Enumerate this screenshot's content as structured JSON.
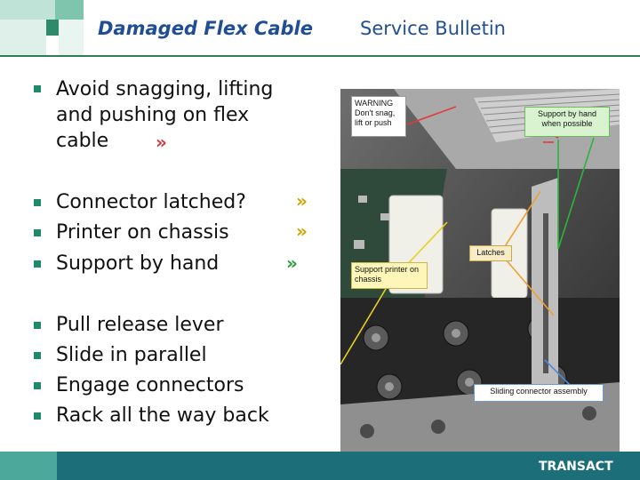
{
  "header": {
    "title_left": "Damaged Flex Cable",
    "title_right": "Service Bulletin"
  },
  "bullets_top": [
    {
      "line1": "Avoid snagging, lifting",
      "line2": "and pushing on flex",
      "line3": "cable"
    }
  ],
  "bullets_mid": [
    {
      "label": "Connector latched?"
    },
    {
      "label": "Printer on chassis"
    },
    {
      "label": "Support by hand"
    }
  ],
  "bullets_bottom": [
    {
      "label": "Pull release lever"
    },
    {
      "label": "Slide in parallel"
    },
    {
      "label": "Engage connectors"
    },
    {
      "label": "Rack all the way back"
    }
  ],
  "chevron": "»",
  "callouts": {
    "warning": "WARNING Don't snag, lift or push",
    "support_hand": "Support by hand when possible",
    "latches": "Latches",
    "support_printer": "Support printer on chassis",
    "sliding": "Sliding connector assembly"
  },
  "footer": {
    "logo": "TRANSACT"
  },
  "colors": {
    "title": "#1f4e96",
    "bullet_square": "#1f8a6a",
    "chevron_red": "#c83a3a",
    "chevron_yellow": "#d4a400",
    "footer": "#1c6e78"
  }
}
